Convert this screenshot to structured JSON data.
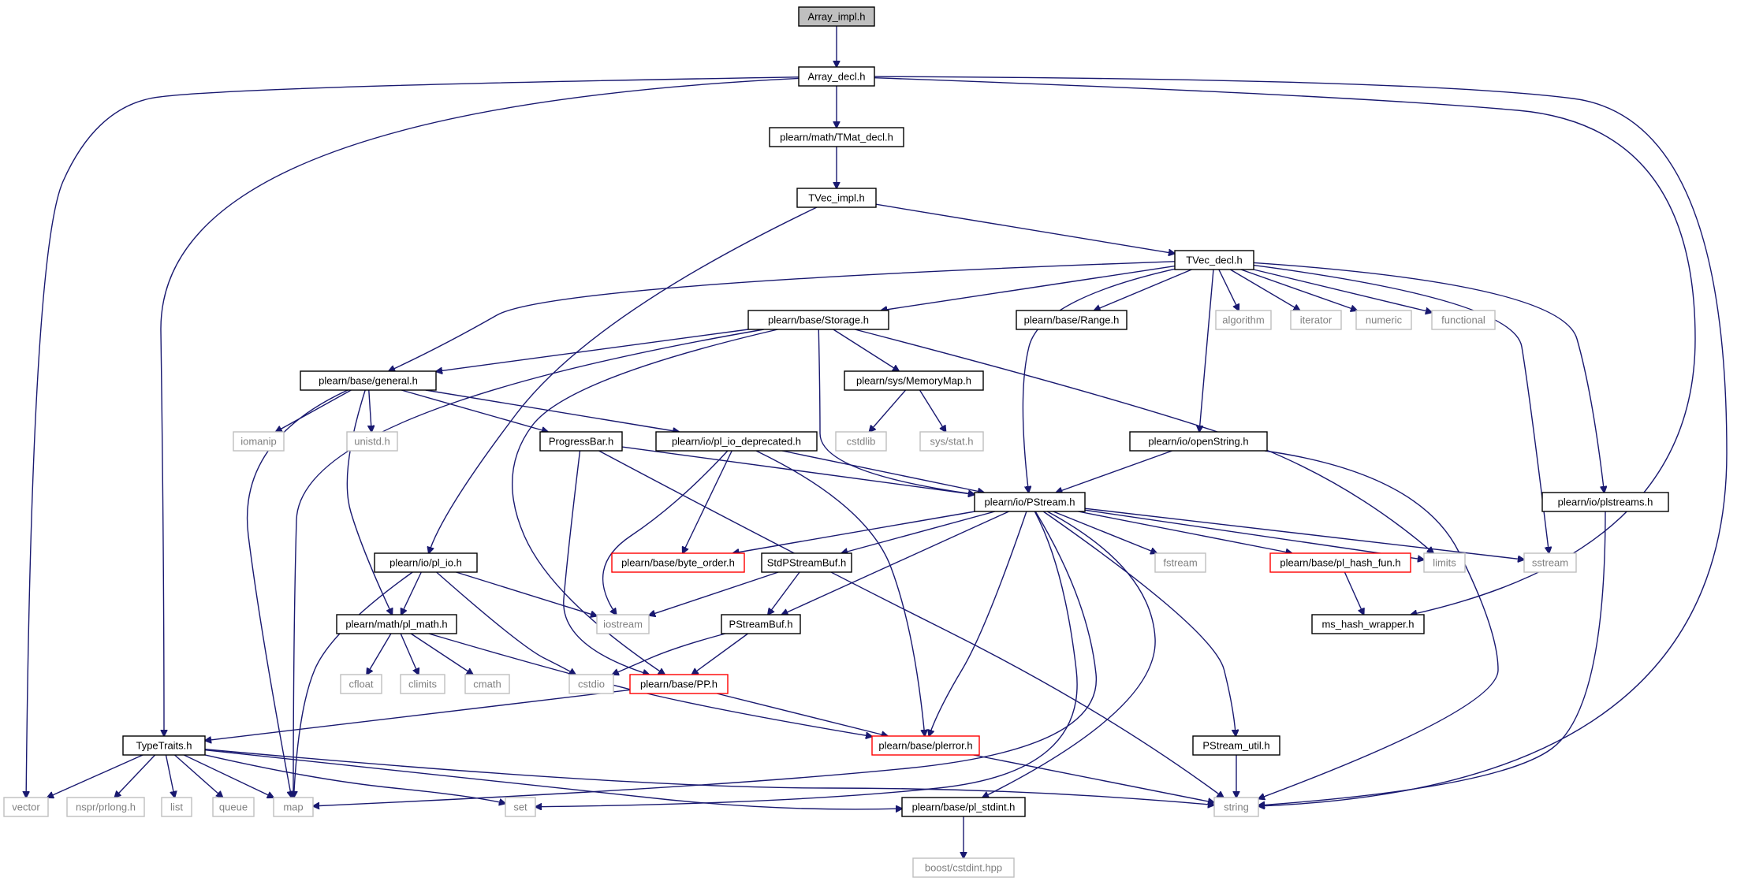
{
  "colors": {
    "edge": "#191970",
    "focus_fill": "#bfbfbf",
    "doc_border": "#000000",
    "missing_border": "#bfbfbf",
    "missing_text": "#808080",
    "truncated_border": "#ff0000"
  },
  "nodes": [
    {
      "id": "array_impl",
      "label": "Array_impl.h",
      "kind": "focus"
    },
    {
      "id": "array_decl",
      "label": "Array_decl.h",
      "kind": "doc"
    },
    {
      "id": "tmat_decl",
      "label": "plearn/math/TMat_decl.h",
      "kind": "doc"
    },
    {
      "id": "tvec_impl",
      "label": "TVec_impl.h",
      "kind": "doc"
    },
    {
      "id": "tvec_decl",
      "label": "TVec_decl.h",
      "kind": "doc"
    },
    {
      "id": "storage",
      "label": "plearn/base/Storage.h",
      "kind": "doc"
    },
    {
      "id": "range",
      "label": "plearn/base/Range.h",
      "kind": "doc"
    },
    {
      "id": "algorithm",
      "label": "algorithm",
      "kind": "missing"
    },
    {
      "id": "iterator",
      "label": "iterator",
      "kind": "missing"
    },
    {
      "id": "numeric",
      "label": "numeric",
      "kind": "missing"
    },
    {
      "id": "functional",
      "label": "functional",
      "kind": "missing"
    },
    {
      "id": "general",
      "label": "plearn/base/general.h",
      "kind": "doc"
    },
    {
      "id": "memorymap",
      "label": "plearn/sys/MemoryMap.h",
      "kind": "doc"
    },
    {
      "id": "iomanip",
      "label": "iomanip",
      "kind": "missing"
    },
    {
      "id": "unistd",
      "label": "unistd.h",
      "kind": "missing"
    },
    {
      "id": "progressbar",
      "label": "ProgressBar.h",
      "kind": "doc"
    },
    {
      "id": "pl_io_dep",
      "label": "plearn/io/pl_io_deprecated.h",
      "kind": "doc"
    },
    {
      "id": "cstdlib",
      "label": "cstdlib",
      "kind": "missing"
    },
    {
      "id": "sysstat",
      "label": "sys/stat.h",
      "kind": "missing"
    },
    {
      "id": "openstring",
      "label": "plearn/io/openString.h",
      "kind": "doc"
    },
    {
      "id": "pstream",
      "label": "plearn/io/PStream.h",
      "kind": "doc"
    },
    {
      "id": "plstreams",
      "label": "plearn/io/plstreams.h",
      "kind": "doc"
    },
    {
      "id": "pl_io",
      "label": "plearn/io/pl_io.h",
      "kind": "doc"
    },
    {
      "id": "byte_order",
      "label": "plearn/base/byte_order.h",
      "kind": "truncated"
    },
    {
      "id": "stdpstreambuf",
      "label": "StdPStreamBuf.h",
      "kind": "doc"
    },
    {
      "id": "fstream",
      "label": "fstream",
      "kind": "missing"
    },
    {
      "id": "pl_hash_fun",
      "label": "plearn/base/pl_hash_fun.h",
      "kind": "truncated"
    },
    {
      "id": "limits",
      "label": "limits",
      "kind": "missing"
    },
    {
      "id": "sstream",
      "label": "sstream",
      "kind": "missing"
    },
    {
      "id": "pl_math",
      "label": "plearn/math/pl_math.h",
      "kind": "doc"
    },
    {
      "id": "iostream",
      "label": "iostream",
      "kind": "missing"
    },
    {
      "id": "pstreambuf",
      "label": "PStreamBuf.h",
      "kind": "doc"
    },
    {
      "id": "ms_hash",
      "label": "ms_hash_wrapper.h",
      "kind": "doc"
    },
    {
      "id": "cfloat",
      "label": "cfloat",
      "kind": "missing"
    },
    {
      "id": "climits",
      "label": "climits",
      "kind": "missing"
    },
    {
      "id": "cmath",
      "label": "cmath",
      "kind": "missing"
    },
    {
      "id": "cstdio",
      "label": "cstdio",
      "kind": "missing"
    },
    {
      "id": "pp",
      "label": "plearn/base/PP.h",
      "kind": "truncated"
    },
    {
      "id": "typetraits",
      "label": "TypeTraits.h",
      "kind": "doc"
    },
    {
      "id": "plerror",
      "label": "plearn/base/plerror.h",
      "kind": "truncated"
    },
    {
      "id": "pstream_util",
      "label": "PStream_util.h",
      "kind": "doc"
    },
    {
      "id": "vector",
      "label": "vector",
      "kind": "missing"
    },
    {
      "id": "prlong",
      "label": "nspr/prlong.h",
      "kind": "missing"
    },
    {
      "id": "list",
      "label": "list",
      "kind": "missing"
    },
    {
      "id": "queue",
      "label": "queue",
      "kind": "missing"
    },
    {
      "id": "map",
      "label": "map",
      "kind": "missing"
    },
    {
      "id": "set",
      "label": "set",
      "kind": "missing"
    },
    {
      "id": "pl_stdint",
      "label": "plearn/base/pl_stdint.h",
      "kind": "doc"
    },
    {
      "id": "string",
      "label": "string",
      "kind": "missing"
    },
    {
      "id": "boost_cstdint",
      "label": "boost/cstdint.hpp",
      "kind": "missing"
    }
  ],
  "edges": [
    [
      "array_impl",
      "array_decl"
    ],
    [
      "array_decl",
      "tmat_decl"
    ],
    [
      "array_decl",
      "vector"
    ],
    [
      "array_decl",
      "typetraits"
    ],
    [
      "array_decl",
      "ms_hash"
    ],
    [
      "array_decl",
      "string"
    ],
    [
      "tmat_decl",
      "tvec_impl"
    ],
    [
      "tvec_impl",
      "tvec_decl"
    ],
    [
      "tvec_impl",
      "pl_io"
    ],
    [
      "tvec_decl",
      "storage"
    ],
    [
      "tvec_decl",
      "range"
    ],
    [
      "tvec_decl",
      "algorithm"
    ],
    [
      "tvec_decl",
      "iterator"
    ],
    [
      "tvec_decl",
      "numeric"
    ],
    [
      "tvec_decl",
      "functional"
    ],
    [
      "tvec_decl",
      "general"
    ],
    [
      "tvec_decl",
      "pstream"
    ],
    [
      "tvec_decl",
      "openstring"
    ],
    [
      "tvec_decl",
      "plstreams"
    ],
    [
      "tvec_decl",
      "sstream"
    ],
    [
      "storage",
      "general"
    ],
    [
      "storage",
      "memorymap"
    ],
    [
      "storage",
      "pstream"
    ],
    [
      "storage",
      "map"
    ],
    [
      "storage",
      "pp"
    ],
    [
      "storage",
      "limits"
    ],
    [
      "general",
      "iomanip"
    ],
    [
      "general",
      "unistd"
    ],
    [
      "general",
      "progressbar"
    ],
    [
      "general",
      "pl_io_dep"
    ],
    [
      "general",
      "pl_math"
    ],
    [
      "general",
      "map"
    ],
    [
      "memorymap",
      "cstdlib"
    ],
    [
      "memorymap",
      "sysstat"
    ],
    [
      "progressbar",
      "pstream"
    ],
    [
      "progressbar",
      "pp"
    ],
    [
      "progressbar",
      "string"
    ],
    [
      "pl_io_dep",
      "pstream"
    ],
    [
      "pl_io_dep",
      "byte_order"
    ],
    [
      "pl_io_dep",
      "iostream"
    ],
    [
      "pl_io_dep",
      "plerror"
    ],
    [
      "openstring",
      "pstream"
    ],
    [
      "openstring",
      "string"
    ],
    [
      "plstreams",
      "string"
    ],
    [
      "pstream",
      "byte_order"
    ],
    [
      "pstream",
      "stdpstreambuf"
    ],
    [
      "pstream",
      "pstreambuf"
    ],
    [
      "pstream",
      "fstream"
    ],
    [
      "pstream",
      "pl_hash_fun"
    ],
    [
      "pstream",
      "limits"
    ],
    [
      "pstream",
      "sstream"
    ],
    [
      "pstream",
      "plerror"
    ],
    [
      "pstream",
      "pstream_util"
    ],
    [
      "pstream",
      "pl_stdint"
    ],
    [
      "pstream",
      "map"
    ],
    [
      "pstream",
      "set"
    ],
    [
      "pl_io",
      "pl_math"
    ],
    [
      "pl_io",
      "iostream"
    ],
    [
      "pl_io",
      "cstdio"
    ],
    [
      "pl_io",
      "map"
    ],
    [
      "pl_math",
      "cfloat"
    ],
    [
      "pl_math",
      "climits"
    ],
    [
      "pl_math",
      "cmath"
    ],
    [
      "pl_math",
      "plerror"
    ],
    [
      "stdpstreambuf",
      "pstreambuf"
    ],
    [
      "stdpstreambuf",
      "iostream"
    ],
    [
      "pstreambuf",
      "cstdio"
    ],
    [
      "pstreambuf",
      "pp"
    ],
    [
      "pl_hash_fun",
      "ms_hash"
    ],
    [
      "pp",
      "typetraits"
    ],
    [
      "pp",
      "plerror"
    ],
    [
      "plerror",
      "string"
    ],
    [
      "pstream_util",
      "string"
    ],
    [
      "typetraits",
      "vector"
    ],
    [
      "typetraits",
      "prlong"
    ],
    [
      "typetraits",
      "list"
    ],
    [
      "typetraits",
      "queue"
    ],
    [
      "typetraits",
      "map"
    ],
    [
      "typetraits",
      "set"
    ],
    [
      "typetraits",
      "pl_stdint"
    ],
    [
      "typetraits",
      "string"
    ],
    [
      "pl_stdint",
      "boost_cstdint"
    ]
  ]
}
